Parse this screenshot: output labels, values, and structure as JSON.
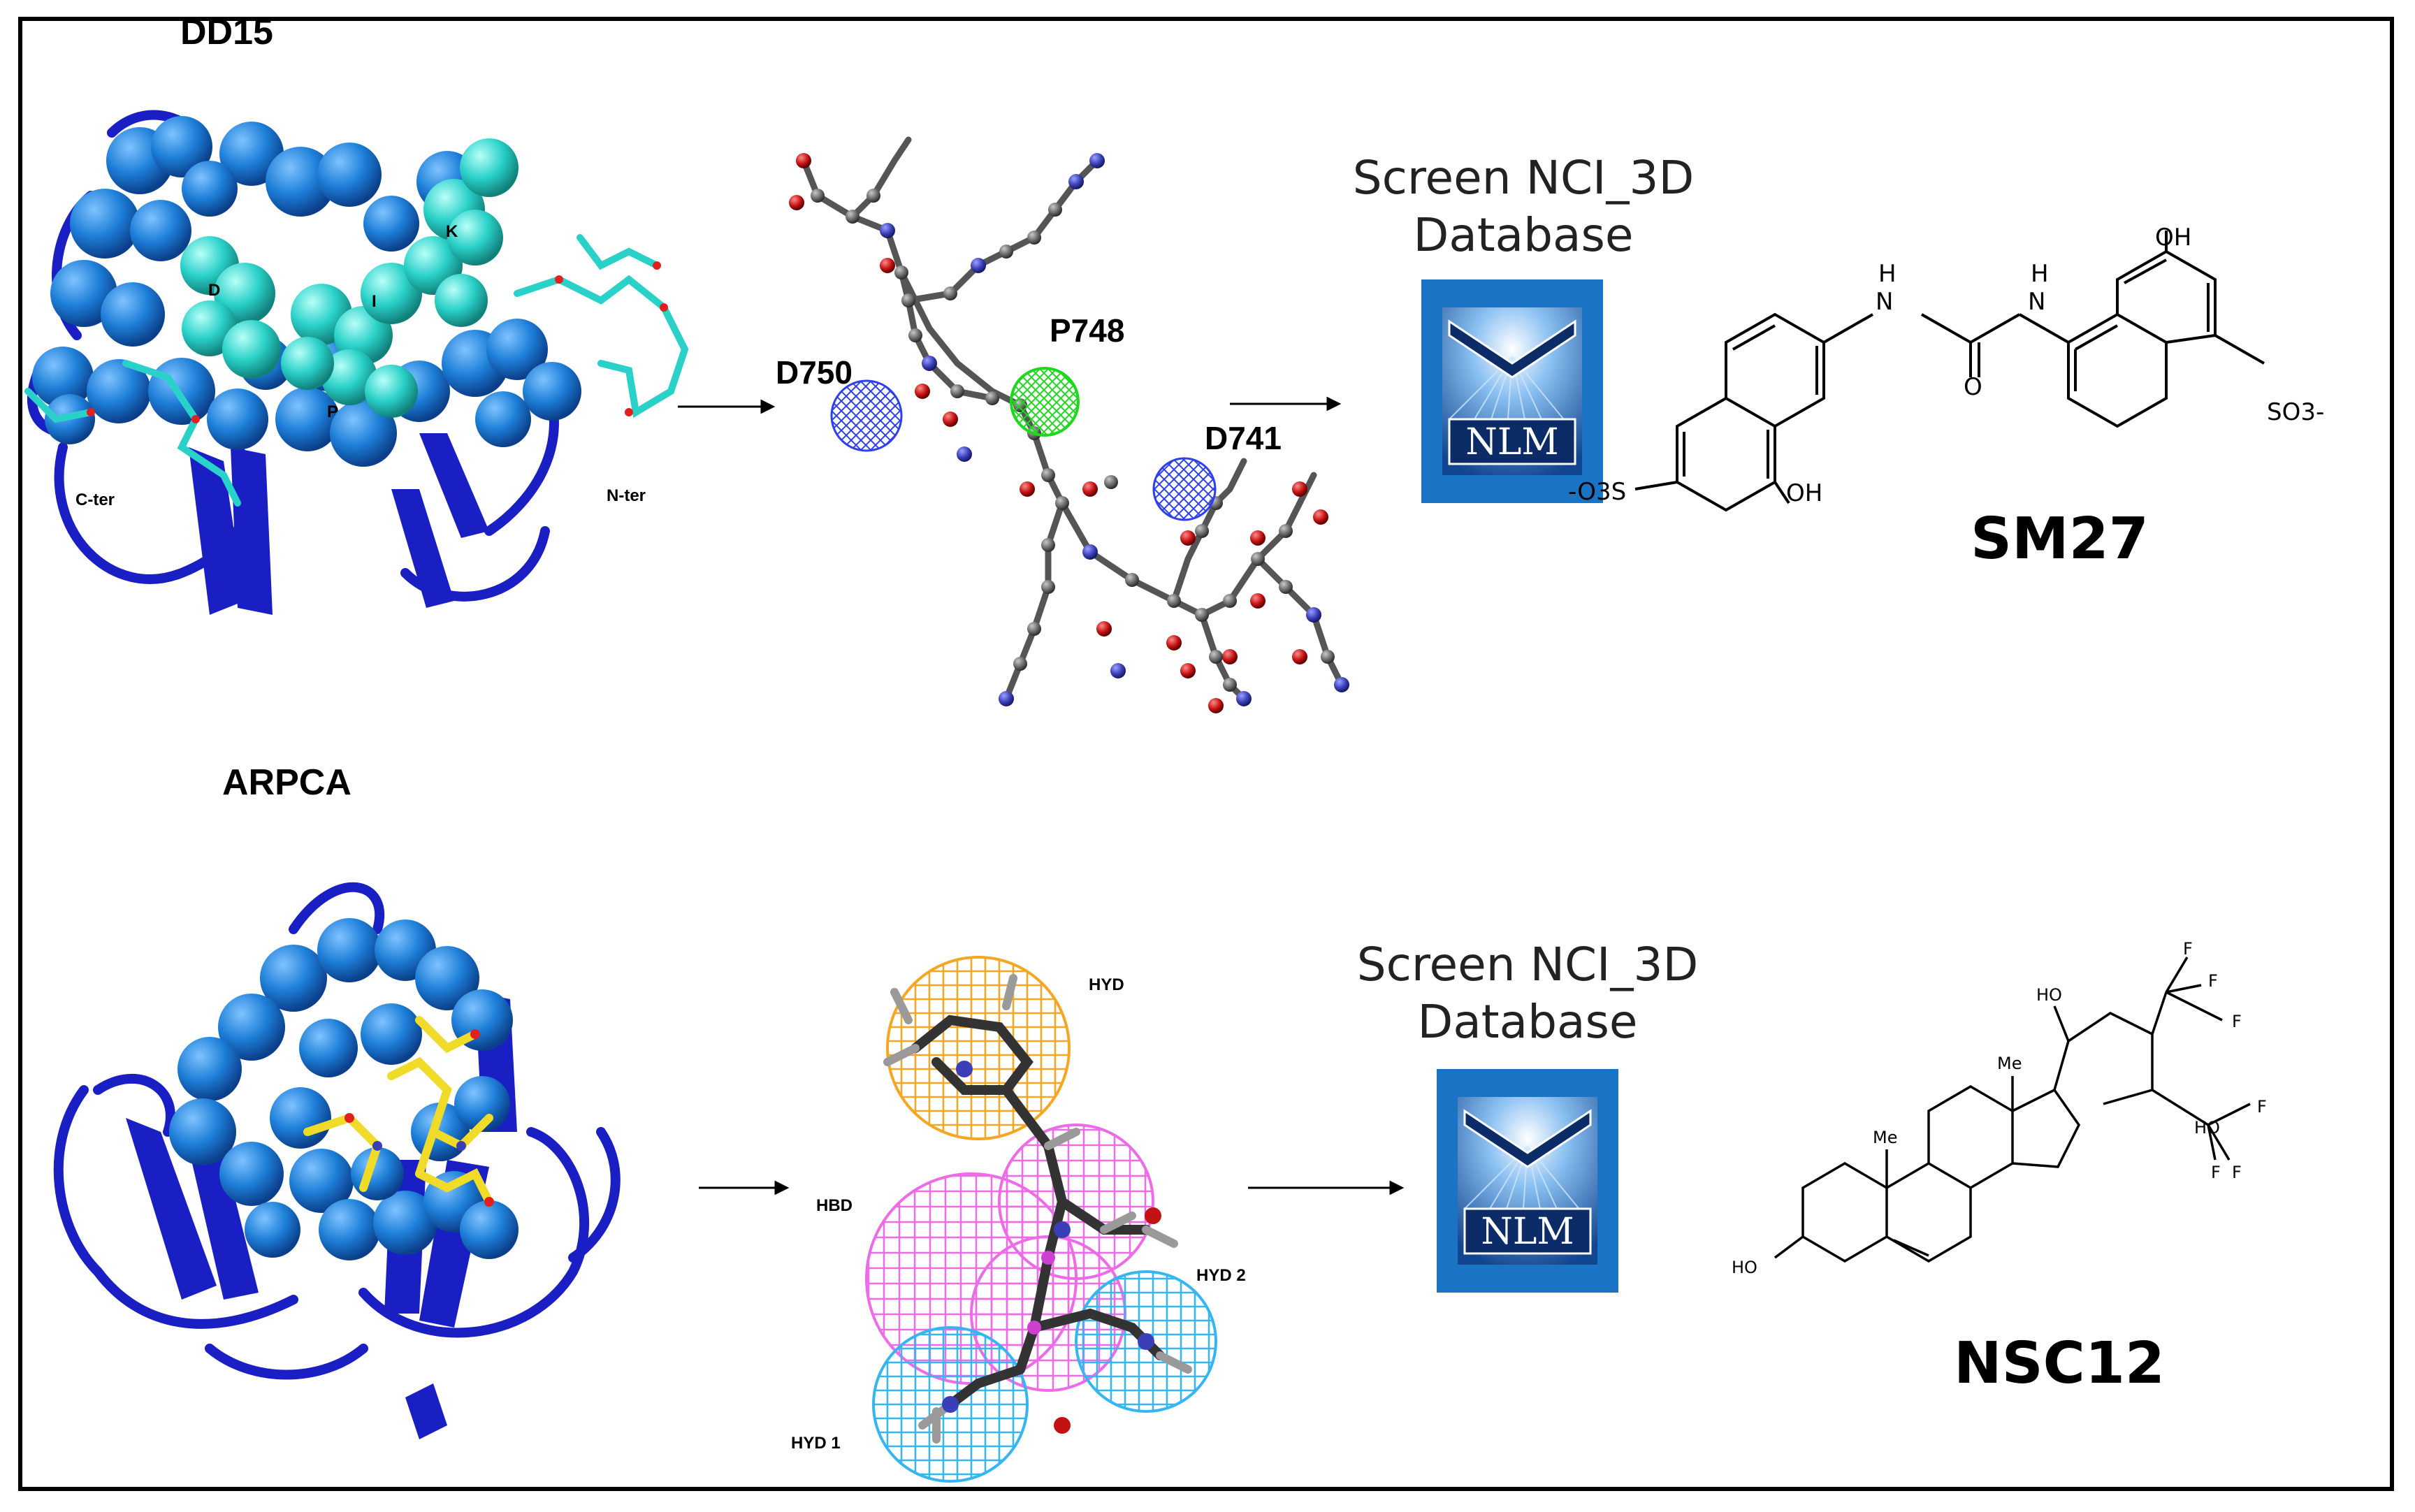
{
  "top_panel": {
    "protein_label": "DD15",
    "residue_labels": [
      "K",
      "D",
      "I",
      "P"
    ],
    "cter": "C-ter",
    "nter": "N-ter",
    "pharmacophore_labels": [
      "D750",
      "P748",
      "D741"
    ],
    "screen_line1": "Screen NCI_3D",
    "screen_line2": "Database",
    "nlm_logo_text": "NLM",
    "compound": "SM27",
    "chem": {
      "nh1": "H",
      "n1": "N",
      "nh2": "H",
      "n2": "N",
      "o": "O",
      "oh_top": "OH",
      "oh_bottom": "OH",
      "so3_left": "-O3S",
      "so3_right": "SO3-"
    }
  },
  "bottom_panel": {
    "protein_label": "ARPCA",
    "pharmacophore_labels": [
      "HYD",
      "HBD",
      "HYD 2",
      "HYD 1"
    ],
    "screen_line1": "Screen NCI_3D",
    "screen_line2": "Database",
    "nlm_logo_text": "NLM",
    "compound": "NSC12",
    "chem": {
      "ho_left": "HO",
      "ho_top": "HO",
      "ho_mid": "HO",
      "me1": "Me",
      "me2": "Me",
      "f": "F"
    }
  },
  "colors": {
    "ribbon": "#1a1fc4",
    "sphere": "#1e7fd8",
    "cyan": "#2ad1c9",
    "yellow": "#f0dc28",
    "orange_mesh": "#f5a623",
    "pink_mesh": "#ee6be8",
    "lightblue_mesh": "#36b6f0",
    "blue_mesh": "#2d3ff0",
    "green_mesh": "#1ed81e",
    "nlm_blue": "#1a73c4"
  }
}
